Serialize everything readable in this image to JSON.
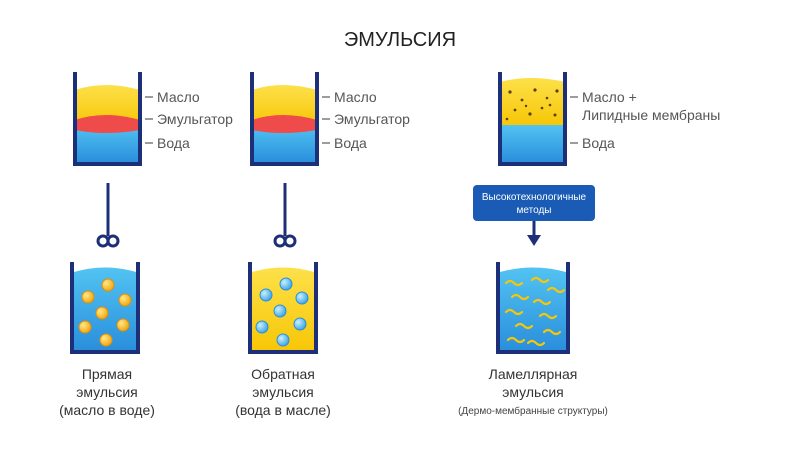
{
  "title": "ЭМУЛЬСИЯ",
  "labels": {
    "oil": "Масло",
    "emulsifier": "Эмульгатор",
    "water": "Вода",
    "oil_lipid_line1": "Масло +",
    "oil_lipid_line2": "Липидные мембраны"
  },
  "method_box": {
    "line1": "Высокотехнологичные",
    "line2": "методы"
  },
  "captions": {
    "direct_line1": "Прямая",
    "direct_line2": "эмульсия",
    "direct_line3": "(масло в воде)",
    "reverse_line1": "Обратная",
    "reverse_line2": "эмульсия",
    "reverse_line3": "(вода в масле)",
    "lamellar_line1": "Ламеллярная",
    "lamellar_line2": "эмульсия",
    "lamellar_line3": "(Дермо-мембранные структуры)"
  },
  "colors": {
    "oil": "#fcd40e",
    "emulsifier": "#ef4b4b",
    "water": "#3ea8e6",
    "glass": "#1e2f7a",
    "box": "#1a5bb5",
    "text": "#222222",
    "label": "#555555"
  }
}
